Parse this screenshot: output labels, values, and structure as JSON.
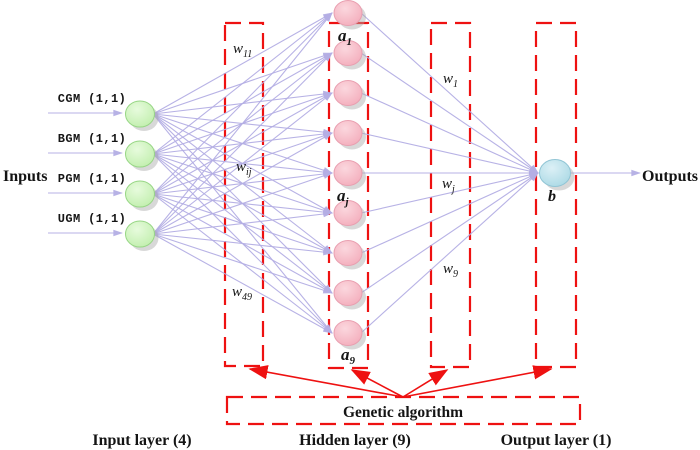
{
  "colors": {
    "line": "#b4aee4",
    "red": "#ee1111",
    "shadow": "#a9a9a9",
    "node_pink_light": "#fbd7de",
    "node_pink": "#f3abba",
    "node_pink_border": "#e99fb0",
    "node_green_light": "#e7fbdd",
    "node_green": "#bfeeab",
    "node_green_border": "#97d685",
    "node_blue_light": "#dcf0f6",
    "node_blue": "#a8d8e4",
    "node_blue_border": "#91c5d5"
  },
  "network": {
    "inputs_label": "Inputs",
    "outputs_label": "Outputs",
    "input_signals": [
      "CGM (1,1)",
      "BGM (1,1)",
      "PGM (1,1)",
      "UGM (1,1)"
    ],
    "counts": {
      "input": 4,
      "hidden": 9,
      "output": 1
    },
    "input_hidden_weights": [
      {
        "base": "w",
        "sub": "11"
      },
      {
        "base": "w",
        "sub": "ij"
      },
      {
        "base": "w",
        "sub": "49"
      }
    ],
    "hidden_output_weights": [
      {
        "base": "w",
        "sub": "1"
      },
      {
        "base": "w",
        "sub": "j"
      },
      {
        "base": "w",
        "sub": "9"
      }
    ],
    "hidden_labels": [
      {
        "base": "a",
        "sub": "1"
      },
      {
        "base": "a",
        "sub": "j"
      },
      {
        "base": "a",
        "sub": "9"
      }
    ],
    "output_node_label": "b",
    "ga_label": "Genetic algorithm",
    "captions": {
      "input": "Input layer (4)",
      "hidden": "Hidden layer (9)",
      "output": "Output layer (1)"
    }
  }
}
